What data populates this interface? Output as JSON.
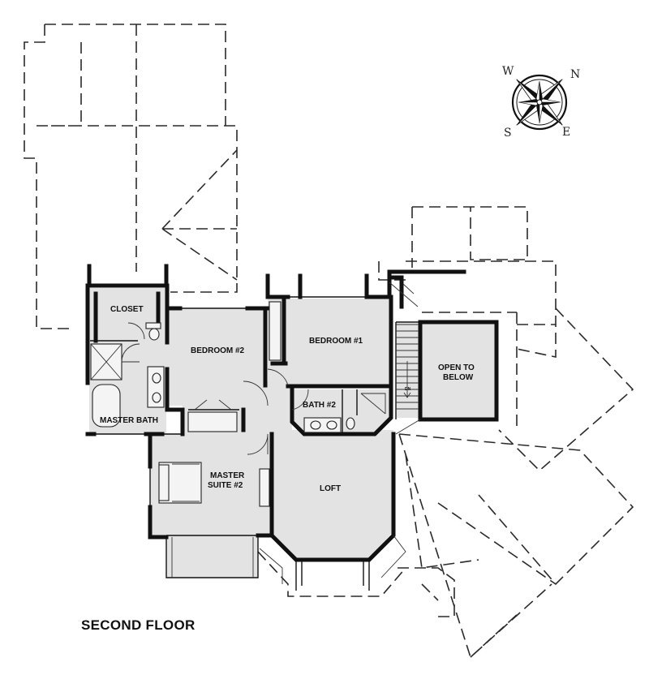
{
  "plan": {
    "title": "SECOND FLOOR",
    "rooms": {
      "closet": "CLOSET",
      "bedroom2": "BEDROOM #2",
      "bedroom1": "BEDROOM #1",
      "open_to_below": [
        "OPEN TO",
        "BELOW"
      ],
      "bath2": "BATH #2",
      "master_bath": "MASTER BATH",
      "master_suite": [
        "MASTER",
        "SUITE #2"
      ],
      "loft": "LOFT",
      "stair_label": "DN"
    },
    "compass": {
      "north": "N",
      "east": "E",
      "south": "S",
      "west": "W"
    }
  }
}
